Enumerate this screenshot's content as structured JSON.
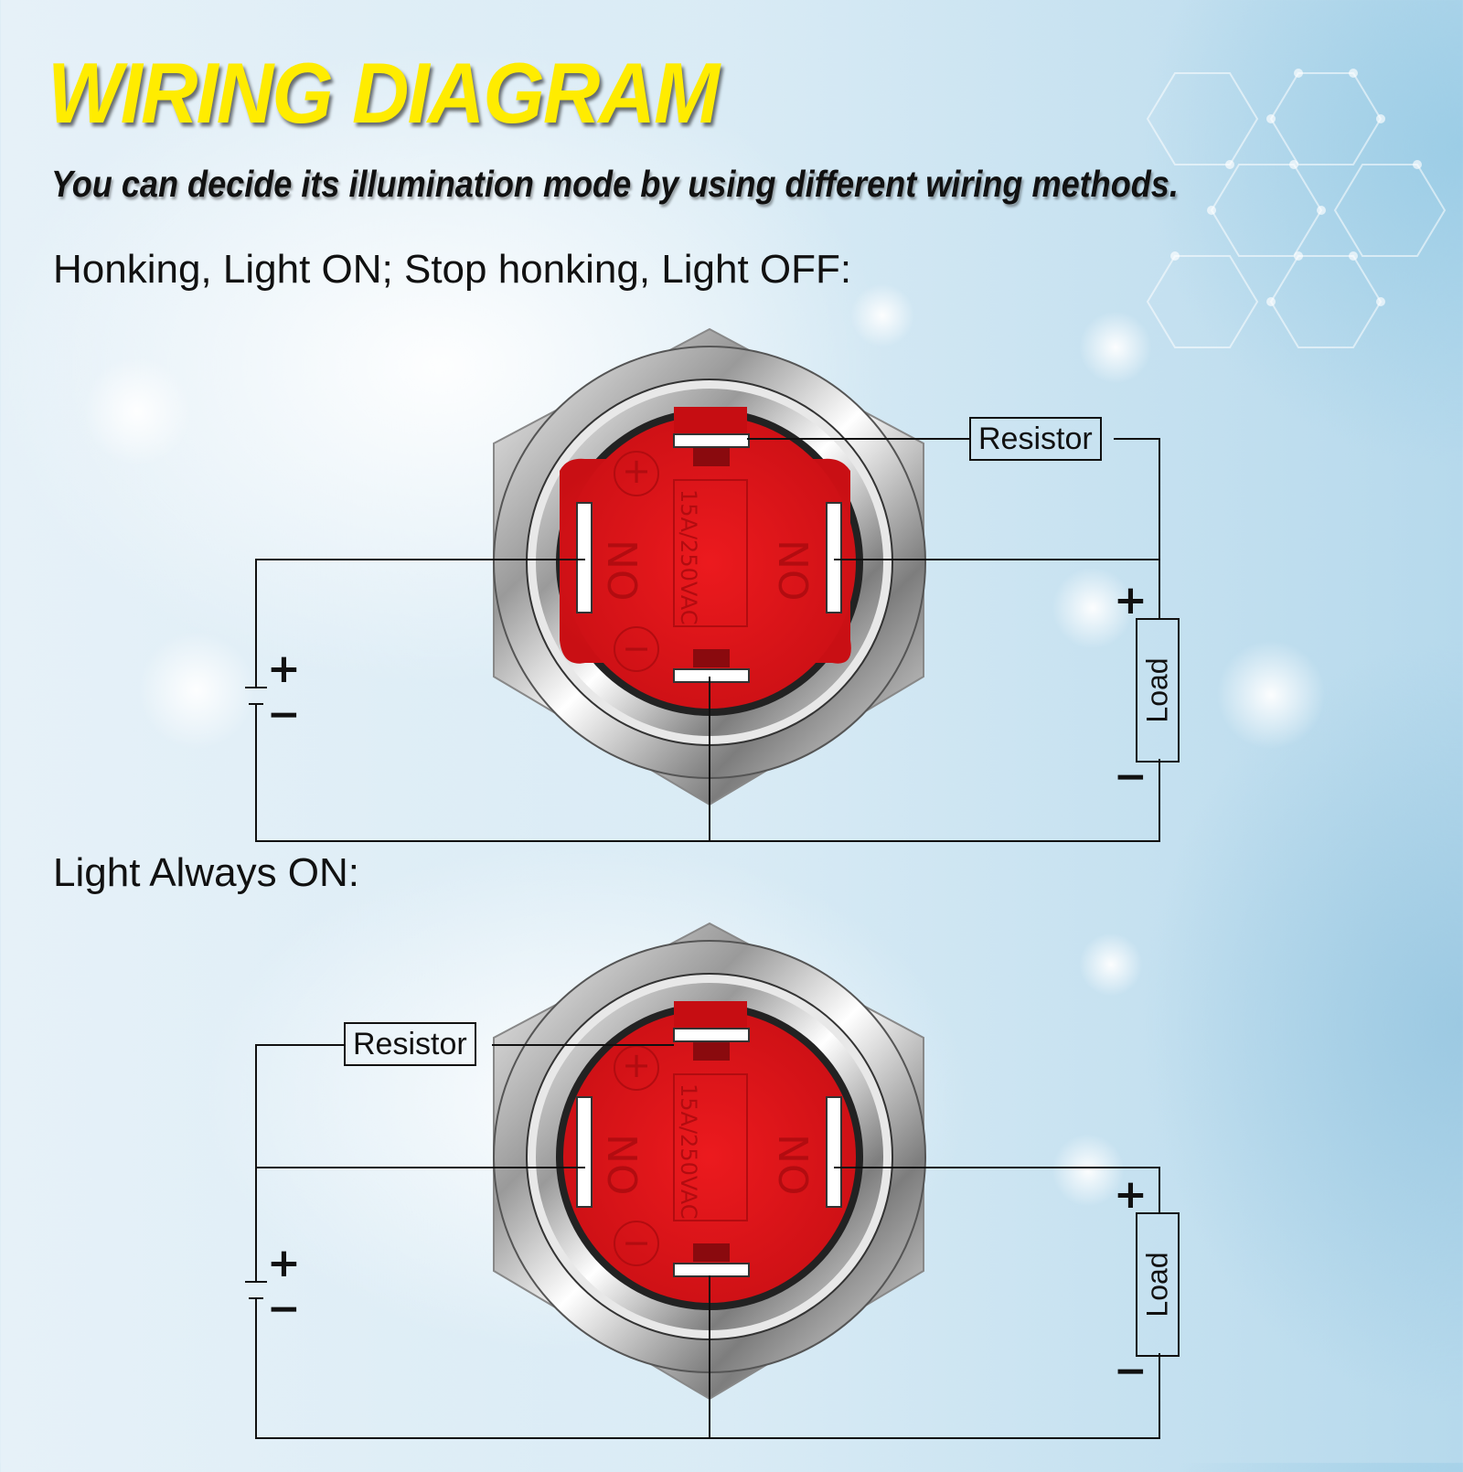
{
  "header": {
    "title": "WIRING DIAGRAM",
    "subtitle": "You can decide its illumination mode by using different wiring methods."
  },
  "diagrams": [
    {
      "heading": "Honking, Light ON; Stop honking, Light OFF:",
      "resistor_label": "Resistor",
      "load_label": "Load",
      "battery_plus": "+",
      "battery_minus": "−",
      "load_plus": "+",
      "load_minus": "−",
      "switch": {
        "rating": "15A/250VAC",
        "terminal_left": "NO",
        "terminal_right": "NO",
        "led_plus": "+",
        "led_minus": "−",
        "body_color": "#e0141a"
      }
    },
    {
      "heading": "Light Always ON:",
      "resistor_label": "Resistor",
      "load_label": "Load",
      "battery_plus": "+",
      "battery_minus": "−",
      "load_plus": "+",
      "load_minus": "−",
      "switch": {
        "rating": "15A/250VAC",
        "terminal_left": "NO",
        "terminal_right": "NO",
        "led_plus": "+",
        "led_minus": "−",
        "body_color": "#e0141a"
      }
    }
  ],
  "colors": {
    "title": "#ffec00",
    "switch_red": "#e0141a",
    "wire": "#111111",
    "background": "#d9ebf5"
  }
}
